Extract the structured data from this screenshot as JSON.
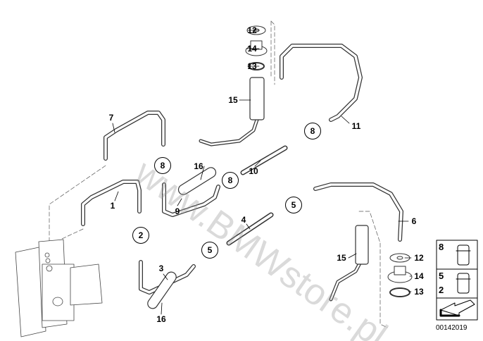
{
  "watermark": "www.BMWstore.pl",
  "diagram_id": "00142019",
  "callouts": [
    {
      "text": "12",
      "circled": false
    },
    {
      "text": "14",
      "circled": false
    },
    {
      "text": "13",
      "circled": false
    },
    {
      "text": "15",
      "circled": false
    },
    {
      "text": "7",
      "circled": false
    },
    {
      "text": "11",
      "circled": false
    },
    {
      "text": "8",
      "circled": true
    },
    {
      "text": "16",
      "circled": false
    },
    {
      "text": "8",
      "circled": true
    },
    {
      "text": "10",
      "circled": false
    },
    {
      "text": "8",
      "circled": true
    },
    {
      "text": "9",
      "circled": false
    },
    {
      "text": "1",
      "circled": false
    },
    {
      "text": "5",
      "circled": true
    },
    {
      "text": "4",
      "circled": false
    },
    {
      "text": "6",
      "circled": false
    },
    {
      "text": "2",
      "circled": true
    },
    {
      "text": "5",
      "circled": true
    },
    {
      "text": "12",
      "circled": false
    },
    {
      "text": "3",
      "circled": false
    },
    {
      "text": "15",
      "circled": false
    },
    {
      "text": "14",
      "circled": false
    },
    {
      "text": "13",
      "circled": false
    },
    {
      "text": "16",
      "circled": false
    }
  ],
  "inset": {
    "top_label": "8",
    "mid_label_a": "5",
    "mid_label_b": "2"
  }
}
